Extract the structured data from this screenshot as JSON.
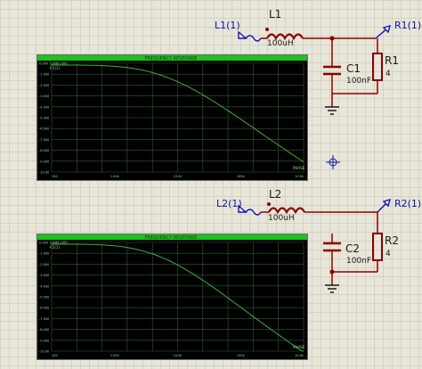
{
  "circuit1": {
    "left_probe": "L1(1)",
    "inductor_name": "L1",
    "inductor_value": "100uH",
    "right_probe": "R1(1)",
    "capacitor_name": "C1",
    "capacitor_value": "100nF",
    "resistor_name": "R1",
    "resistor_value": "4"
  },
  "circuit2": {
    "left_probe": "L2(1)",
    "inductor_name": "L2",
    "inductor_value": "100uH",
    "right_probe": "R2(1)",
    "capacitor_name": "C2",
    "capacitor_value": "100nF",
    "resistor_name": "R2",
    "resistor_value": "4"
  },
  "graph1": {
    "title": "FREQUENCY RESPONSE",
    "trace_label": "GAIN (dB)",
    "trace_sub": "R1(1)",
    "corner_label": "PHASE",
    "y_ticks": [
      "0.000",
      "-1.000",
      "-2.000",
      "-3.000",
      "-4.000",
      "-5.000",
      "-6.000",
      "-7.000",
      "-8.000",
      "-9.000",
      "-10.00"
    ],
    "x_ticks": [
      "100",
      "1.00k",
      "10.0k",
      "100k",
      "10.0k"
    ],
    "trace_color": "#3fae3f"
  },
  "graph2": {
    "title": "FREQUENCY RESPONSE",
    "trace_label": "GAIN (dB)",
    "trace_sub": "R2(1)",
    "corner_label": "PHASE",
    "y_ticks": [
      "0.000",
      "-1.000",
      "-2.000",
      "-3.000",
      "-4.000",
      "-5.000",
      "-6.000",
      "-7.000",
      "-8.000",
      "-9.000",
      "-10.00"
    ],
    "x_ticks": [
      "100",
      "1.00k",
      "10.0k",
      "100k",
      "10.0k"
    ],
    "trace_color": "#3fae3f"
  },
  "colors": {
    "wire": "#8b0000",
    "component": "#8b0000",
    "probe": "#1010b0",
    "grid": "#2f5f2f",
    "graph_bg": "#000000",
    "header": "#20c020"
  }
}
